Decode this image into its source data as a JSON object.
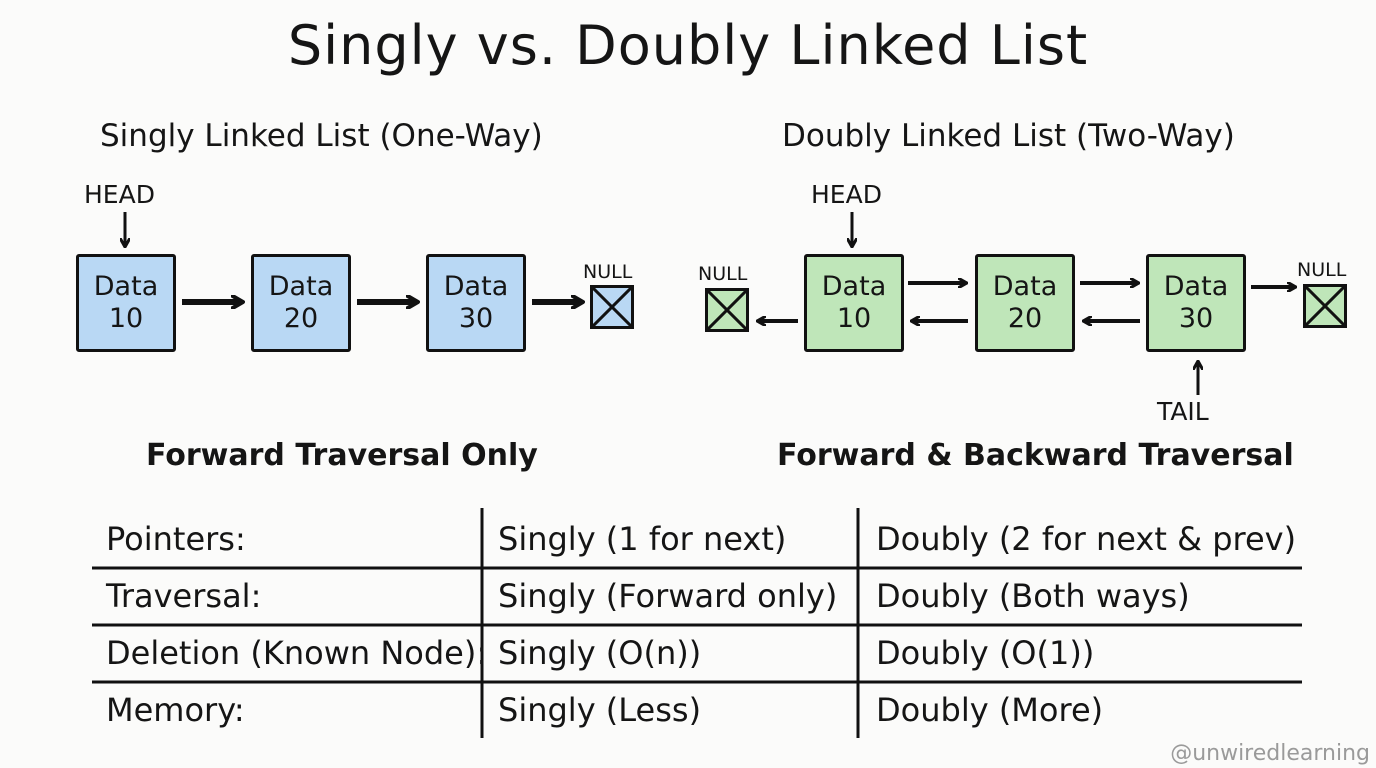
{
  "title": "Singly vs. Doubly Linked List",
  "singly": {
    "subtitle": "Singly Linked List (One-Way)",
    "head_label": "HEAD",
    "null_label": "NULL",
    "nodes": [
      {
        "line1": "Data",
        "line2": "10"
      },
      {
        "line1": "Data",
        "line2": "20"
      },
      {
        "line1": "Data",
        "line2": "30"
      }
    ],
    "caption": "Forward Traversal Only"
  },
  "doubly": {
    "subtitle": "Doubly Linked List (Two-Way)",
    "head_label": "HEAD",
    "tail_label": "TAIL",
    "null_left_label": "NULL",
    "null_right_label": "NULL",
    "nodes": [
      {
        "line1": "Data",
        "line2": "10"
      },
      {
        "line1": "Data",
        "line2": "20"
      },
      {
        "line1": "Data",
        "line2": "30"
      }
    ],
    "caption": "Forward & Backward Traversal"
  },
  "table": {
    "rows": [
      {
        "label": "Pointers:",
        "singly": "Singly (1 for next)",
        "doubly": "Doubly (2 for next & prev)"
      },
      {
        "label": "Traversal:",
        "singly": "Singly (Forward only)",
        "doubly": "Doubly (Both ways)"
      },
      {
        "label": "Deletion (Known Node):",
        "singly": "Singly (O(n))",
        "doubly": "Doubly (O(1))"
      },
      {
        "label": "Memory:",
        "singly": "Singly (Less)",
        "doubly": "Doubly (More)"
      }
    ]
  },
  "watermark": "@unwiredlearning",
  "colors": {
    "singly_node": "#b9d8f4",
    "doubly_node": "#bfe6b9",
    "ink": "#111111"
  }
}
